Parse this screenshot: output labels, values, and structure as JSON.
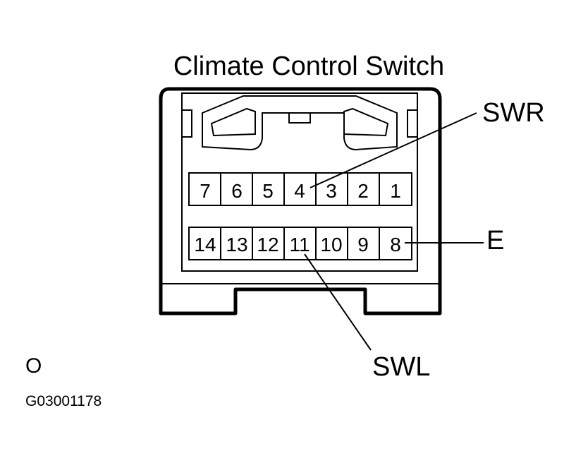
{
  "diagram": {
    "title": "Climate Control Switch",
    "top_row_pins": [
      "7",
      "6",
      "5",
      "4",
      "3",
      "2",
      "1"
    ],
    "bottom_row_pins": [
      "14",
      "13",
      "12",
      "11",
      "10",
      "9",
      "8"
    ],
    "callouts": {
      "swr": "SWR",
      "e": "E",
      "swl": "SWL"
    },
    "note": "O",
    "figure_code": "G03001178",
    "line_color": "#000000",
    "background": "#ffffff"
  }
}
